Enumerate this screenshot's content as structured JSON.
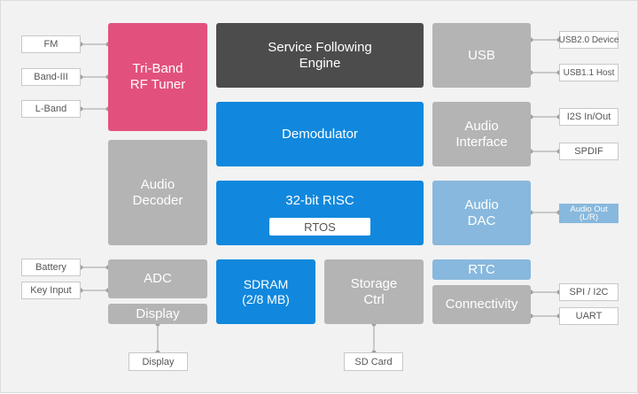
{
  "blocks": {
    "tuner": "Tri-Band\nRF Tuner",
    "sfe": "Service Following\nEngine",
    "usb": "USB",
    "demod": "Demodulator",
    "audio_if": "Audio\nInterface",
    "audio_dec": "Audio\nDecoder",
    "risc": "32-bit RISC",
    "rtos": "RTOS",
    "dac": "Audio\nDAC",
    "adc": "ADC",
    "display": "Display",
    "sdram": "SDRAM\n(2/8 MB)",
    "storage": "Storage\nCtrl",
    "rtc": "RTC",
    "connectivity": "Connectivity"
  },
  "ports": {
    "fm": "FM",
    "band3": "Band-III",
    "lband": "L-Band",
    "usb2": "USB2.0 Device",
    "usb1": "USB1.1 Host",
    "i2s": "I2S In/Out",
    "spdif": "SPDIF",
    "audio_out": "Audio Out\n(L/R)",
    "battery": "Battery",
    "key": "Key Input",
    "spi": "SPI / I2C",
    "uart": "UART",
    "display": "Display",
    "sd": "SD Card"
  },
  "colors": {
    "tuner": "#e2517d",
    "sfe": "#4c4c4c",
    "processing": "#1188dd",
    "peripheral": "#b4b4b4",
    "audio_dac": "#88b8dd",
    "wire": "#a0a0a0"
  }
}
